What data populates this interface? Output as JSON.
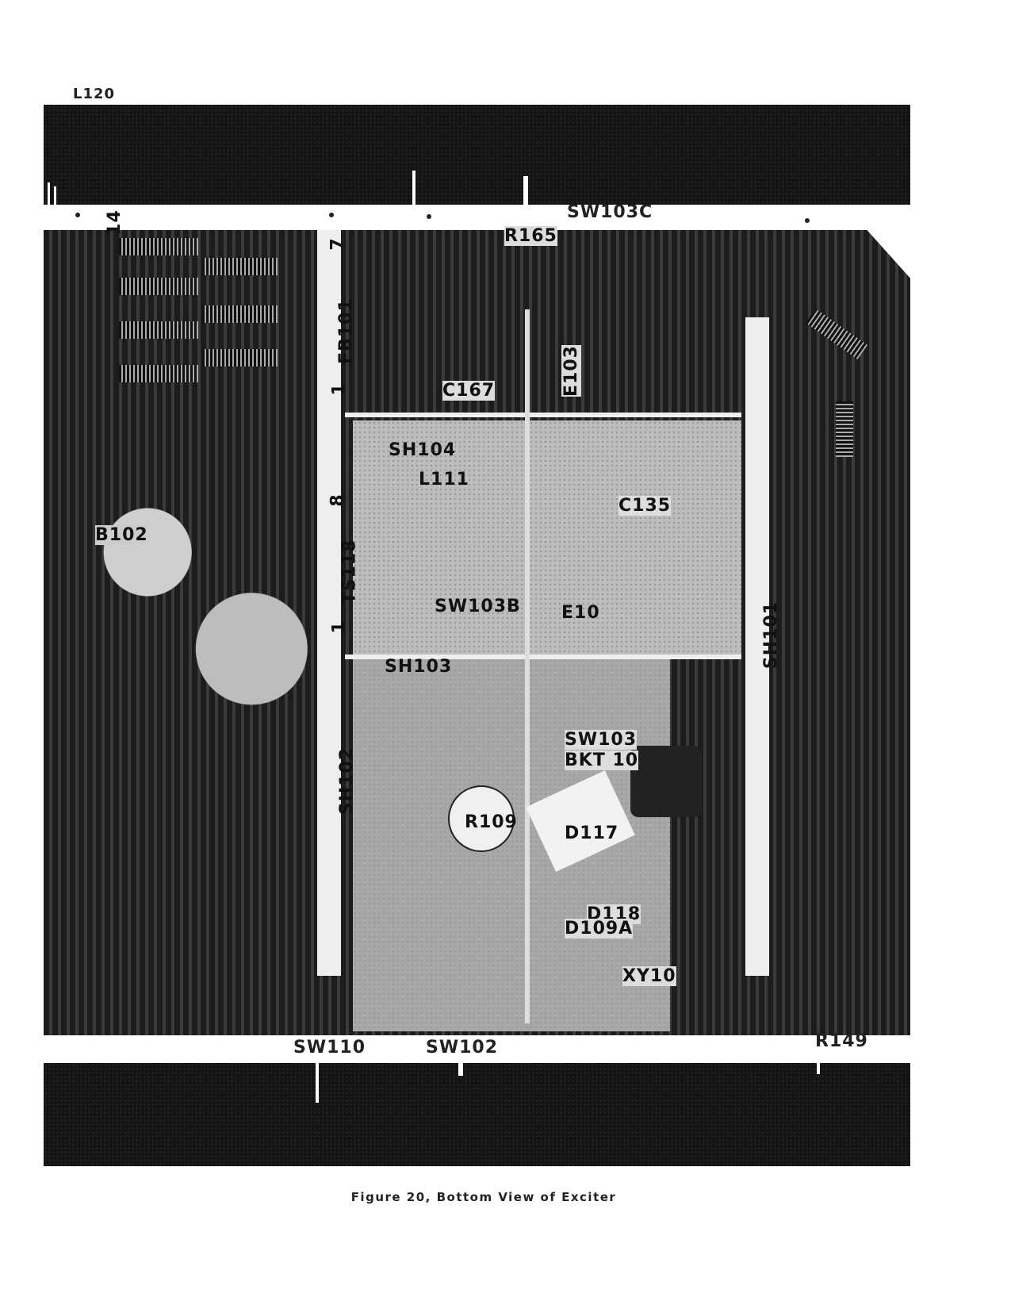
{
  "figure": {
    "caption": "Figure 20, Bottom View of Exciter",
    "labels": {
      "l120": "L120",
      "l114": "14",
      "sw103c": "SW103C",
      "r165": "R165",
      "tb_7": "7",
      "fb101": "FB101",
      "tb_1a": "1",
      "c167": "C167",
      "e103": "E103",
      "sh104": "SH104",
      "l111": "L111",
      "tb_8": "8",
      "c135": "C135",
      "ts118": "TS118",
      "tb_1b": "1",
      "b102": "B102",
      "sw103b": "SW103B",
      "e10": "E10",
      "sh101": "SH101",
      "sh103": "SH103",
      "sw103": "SW103",
      "bkt10": "BKT 10",
      "sh102": "SH102",
      "r109": "R109",
      "d117": "D117",
      "d118": "D118",
      "d109a": "D109A",
      "xy10": "XY10",
      "sw110": "SW110",
      "sw102": "SW102",
      "r149": "R149"
    }
  }
}
